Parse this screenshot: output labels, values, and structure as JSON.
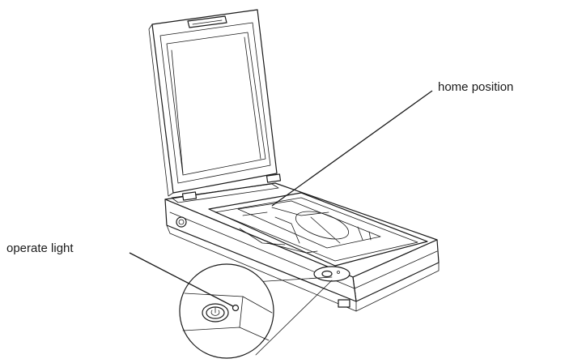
{
  "callouts": {
    "home_position": "home position",
    "operate_light": "operate light"
  },
  "icons": {
    "power_button": "power-icon",
    "lid": "scanner-lid",
    "glass": "document-glass"
  },
  "colors": {
    "line": "#1a1a1a",
    "background": "#ffffff"
  }
}
